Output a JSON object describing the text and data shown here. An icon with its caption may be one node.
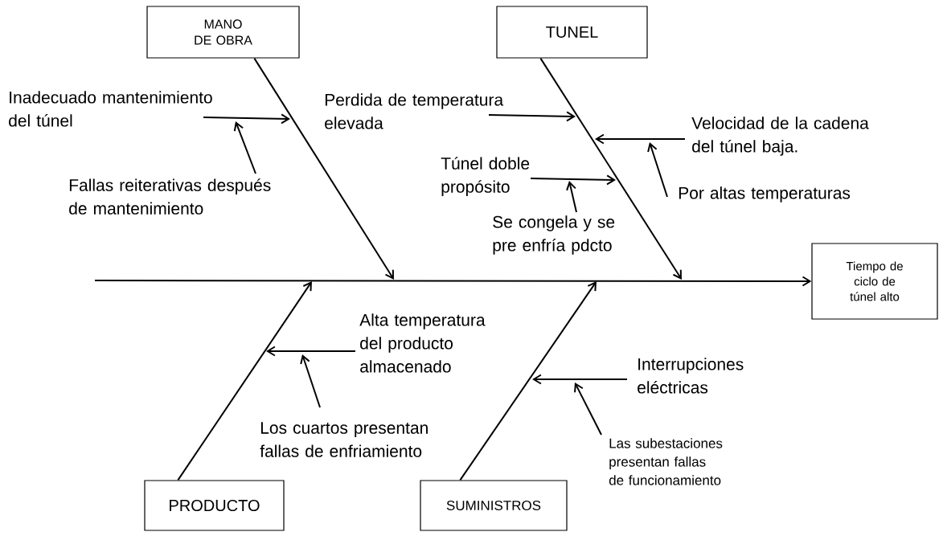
{
  "diagram": {
    "nodes": [
      {
        "text": [
          "MANO DE OBRA"
        ]
      },
      {
        "text": [
          "TUNEL"
        ]
      },
      {
        "text": [
          "Inadecuado mantenimiento del túnel"
        ]
      },
      {
        "text": [
          "Perdida de temperatura elevada"
        ]
      },
      {
        "text": [
          "Velocidad de la cadena del túnel baja."
        ]
      },
      {
        "text": [
          "Fallas reiterativas después de mantenimiento"
        ]
      },
      {
        "text": [
          "Túnel doble propósito"
        ]
      },
      {
        "text": [
          "Por altas temperaturas"
        ]
      },
      {
        "text": [
          "Se congela y se pre enfría pdcto"
        ]
      },
      {
        "text": [
          "Tiempo de ciclo de túnel alto"
        ]
      },
      {
        "text": [
          "Alta temperatura del producto almacenado"
        ]
      },
      {
        "text": [
          "Interrupciones eléctricas"
        ]
      },
      {
        "text": [
          "Los cuartos presentan fallas de enfriamiento"
        ]
      },
      {
        "text": [
          "Las subestaciones presentan fallas de funcionamiento"
        ]
      },
      {
        "text": [
          "PRODUCTO"
        ]
      },
      {
        "text": [
          "SUMINISTROS"
        ]
      }
    ],
    "edges": [
      {
        "from": 0,
        "to": null,
        "arrow": "to"
      },
      {
        "from": 1,
        "to": null,
        "arrow": "to"
      },
      {
        "from": 14,
        "to": null,
        "arrow": "to"
      },
      {
        "from": 15,
        "to": null,
        "arrow": "to"
      },
      {
        "from": null,
        "to": 9,
        "arrow": "to"
      },
      {
        "from": 2,
        "to": null,
        "arrow": "to"
      },
      {
        "from": 5,
        "to": null,
        "arrow": "to"
      },
      {
        "from": 3,
        "to": null,
        "arrow": "to"
      },
      {
        "from": 4,
        "to": null,
        "arrow": "to"
      },
      {
        "from": 7,
        "to": null,
        "arrow": "to"
      },
      {
        "from": 6,
        "to": null,
        "arrow": "to"
      },
      {
        "from": 8,
        "to": null,
        "arrow": "to"
      },
      {
        "from": 10,
        "to": null,
        "arrow": "to"
      },
      {
        "from": 12,
        "to": null,
        "arrow": "to"
      },
      {
        "from": 11,
        "to": null,
        "arrow": "to"
      },
      {
        "from": 13,
        "to": null,
        "arrow": "to"
      }
    ]
  }
}
